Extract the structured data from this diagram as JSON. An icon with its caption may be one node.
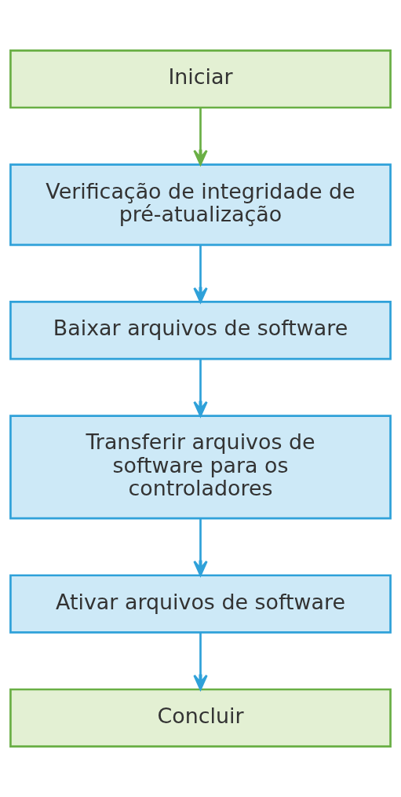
{
  "diagram": {
    "nodes": [
      {
        "text": [
          "Iniciar"
        ]
      },
      {
        "text": [
          "Verificação de integridade de pré-atualização"
        ]
      },
      {
        "text": [
          "Baixar arquivos de software"
        ]
      },
      {
        "text": [
          "Transferir arquivos de software para os controladores"
        ]
      },
      {
        "text": [
          "Ativar arquivos de software"
        ]
      },
      {
        "text": [
          "Concluir"
        ]
      }
    ],
    "edges": [
      {
        "from": 0,
        "to": 1,
        "arrow": "to",
        "color": "#6aaf45"
      },
      {
        "from": 1,
        "to": 2,
        "arrow": "to"
      },
      {
        "from": 2,
        "to": 3,
        "arrow": "to"
      },
      {
        "from": 3,
        "to": 4,
        "arrow": "to"
      },
      {
        "from": 4,
        "to": 5,
        "arrow": "to"
      }
    ]
  }
}
